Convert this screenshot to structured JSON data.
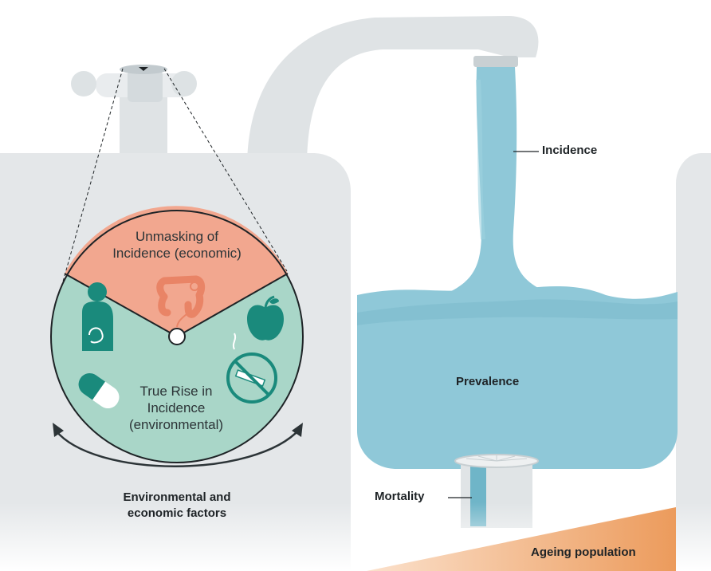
{
  "labels": {
    "incidence": "Incidence",
    "prevalence": "Prevalence",
    "mortality": "Mortality",
    "ageing": "Ageing population",
    "factors_line1": "Environmental and",
    "factors_line2": "economic factors"
  },
  "wheel": {
    "top_line1": "Unmasking of",
    "top_line2": "Incidence (economic)",
    "bottom_line1": "True Rise in",
    "bottom_line2": "Incidence",
    "bottom_line3": "(environmental)"
  },
  "icons": [
    "colon-icon",
    "pregnancy-icon",
    "apple-icon",
    "no-smoking-icon",
    "pill-icon"
  ],
  "colors": {
    "sink": "#e4e7e9",
    "faucet": "#dfe3e5",
    "water": "#8fc8d8",
    "water_dark": "#6fb5c8",
    "wheel_top": "#f2a78f",
    "wheel_bottom": "#a9d6c8",
    "icon_top": "#e98466",
    "icon_bottom": "#1a8a7c",
    "ageing_gradient_end": "#ec9b5c"
  }
}
